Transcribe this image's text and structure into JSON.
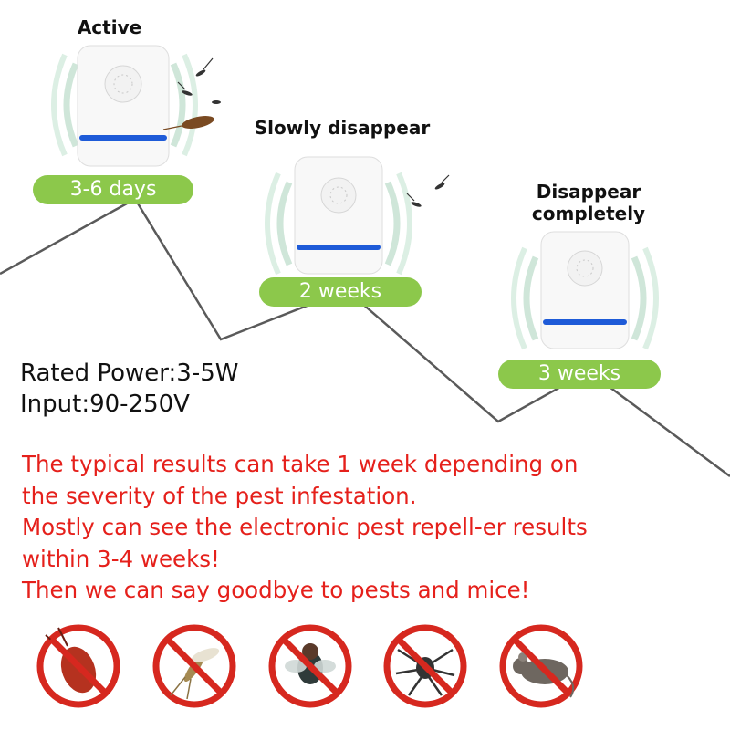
{
  "stages": [
    {
      "title": "Active",
      "duration": "3-6 days"
    },
    {
      "title": "Slowly disappear",
      "duration": "2 weeks"
    },
    {
      "title_lines": [
        "Disappear",
        "completely"
      ],
      "duration": "3 weeks"
    }
  ],
  "specs": {
    "rated_power": "Rated Power:3-5W",
    "input": "Input:90-250V"
  },
  "notes": [
    "The typical results can take 1 week depending on",
    "the severity of the pest infestation.",
    "Mostly can see the electronic pest repell-er results",
    "within 3-4 weeks!",
    "Then we can say goodbye to pests and mice!"
  ],
  "pests": [
    "cockroach-icon",
    "mosquito-icon",
    "fly-icon",
    "spider-icon",
    "mouse-icon"
  ],
  "colors": {
    "pill": "#8cc84b",
    "note_text": "#e5201b",
    "led": "#1e5bd8",
    "prohibition": "#d6281f"
  }
}
